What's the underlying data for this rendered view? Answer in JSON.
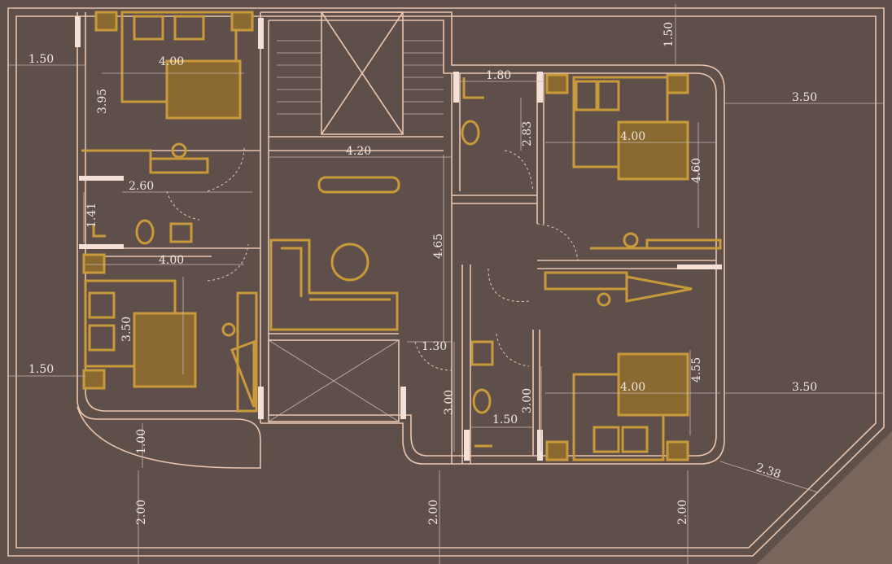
{
  "plan": {
    "title": "Floor plan",
    "colors": {
      "background": "#5f4f4b",
      "outside": "#7a655d",
      "wall": "#e9c4ae",
      "furniture": "#c89a3a",
      "text": "#f2e6e0"
    },
    "dimensions": {
      "left_setback_top": "1.50",
      "bedroom_nw_height": "3.95",
      "bedroom_nw_width": "4.00",
      "top_setback_right": "1.50",
      "bath_ne_width": "1.80",
      "right_setback_top": "3.50",
      "bath_ne_height": "2.83",
      "bedroom_ne_width": "4.00",
      "bedroom_ne_height": "4.60",
      "hall_width": "4.20",
      "bath_w_width": "2.60",
      "bath_w_height": "1.41",
      "hall_height": "4.65",
      "bedroom_sw_width": "4.00",
      "bedroom_sw_height": "3.50",
      "left_setback_bottom": "1.50",
      "corridor_width": "1.30",
      "bath_s_height_left": "3.00",
      "bath_s_height_right": "3.00",
      "bath_s_width": "1.50",
      "bedroom_se_width": "4.00",
      "bedroom_se_height": "4.55",
      "right_setback_bottom": "3.50",
      "balcony_depth": "1.00",
      "chamfer": "2.38",
      "front_setback_left": "2.00",
      "front_setback_mid": "2.00",
      "front_setback_right": "2.00"
    }
  }
}
